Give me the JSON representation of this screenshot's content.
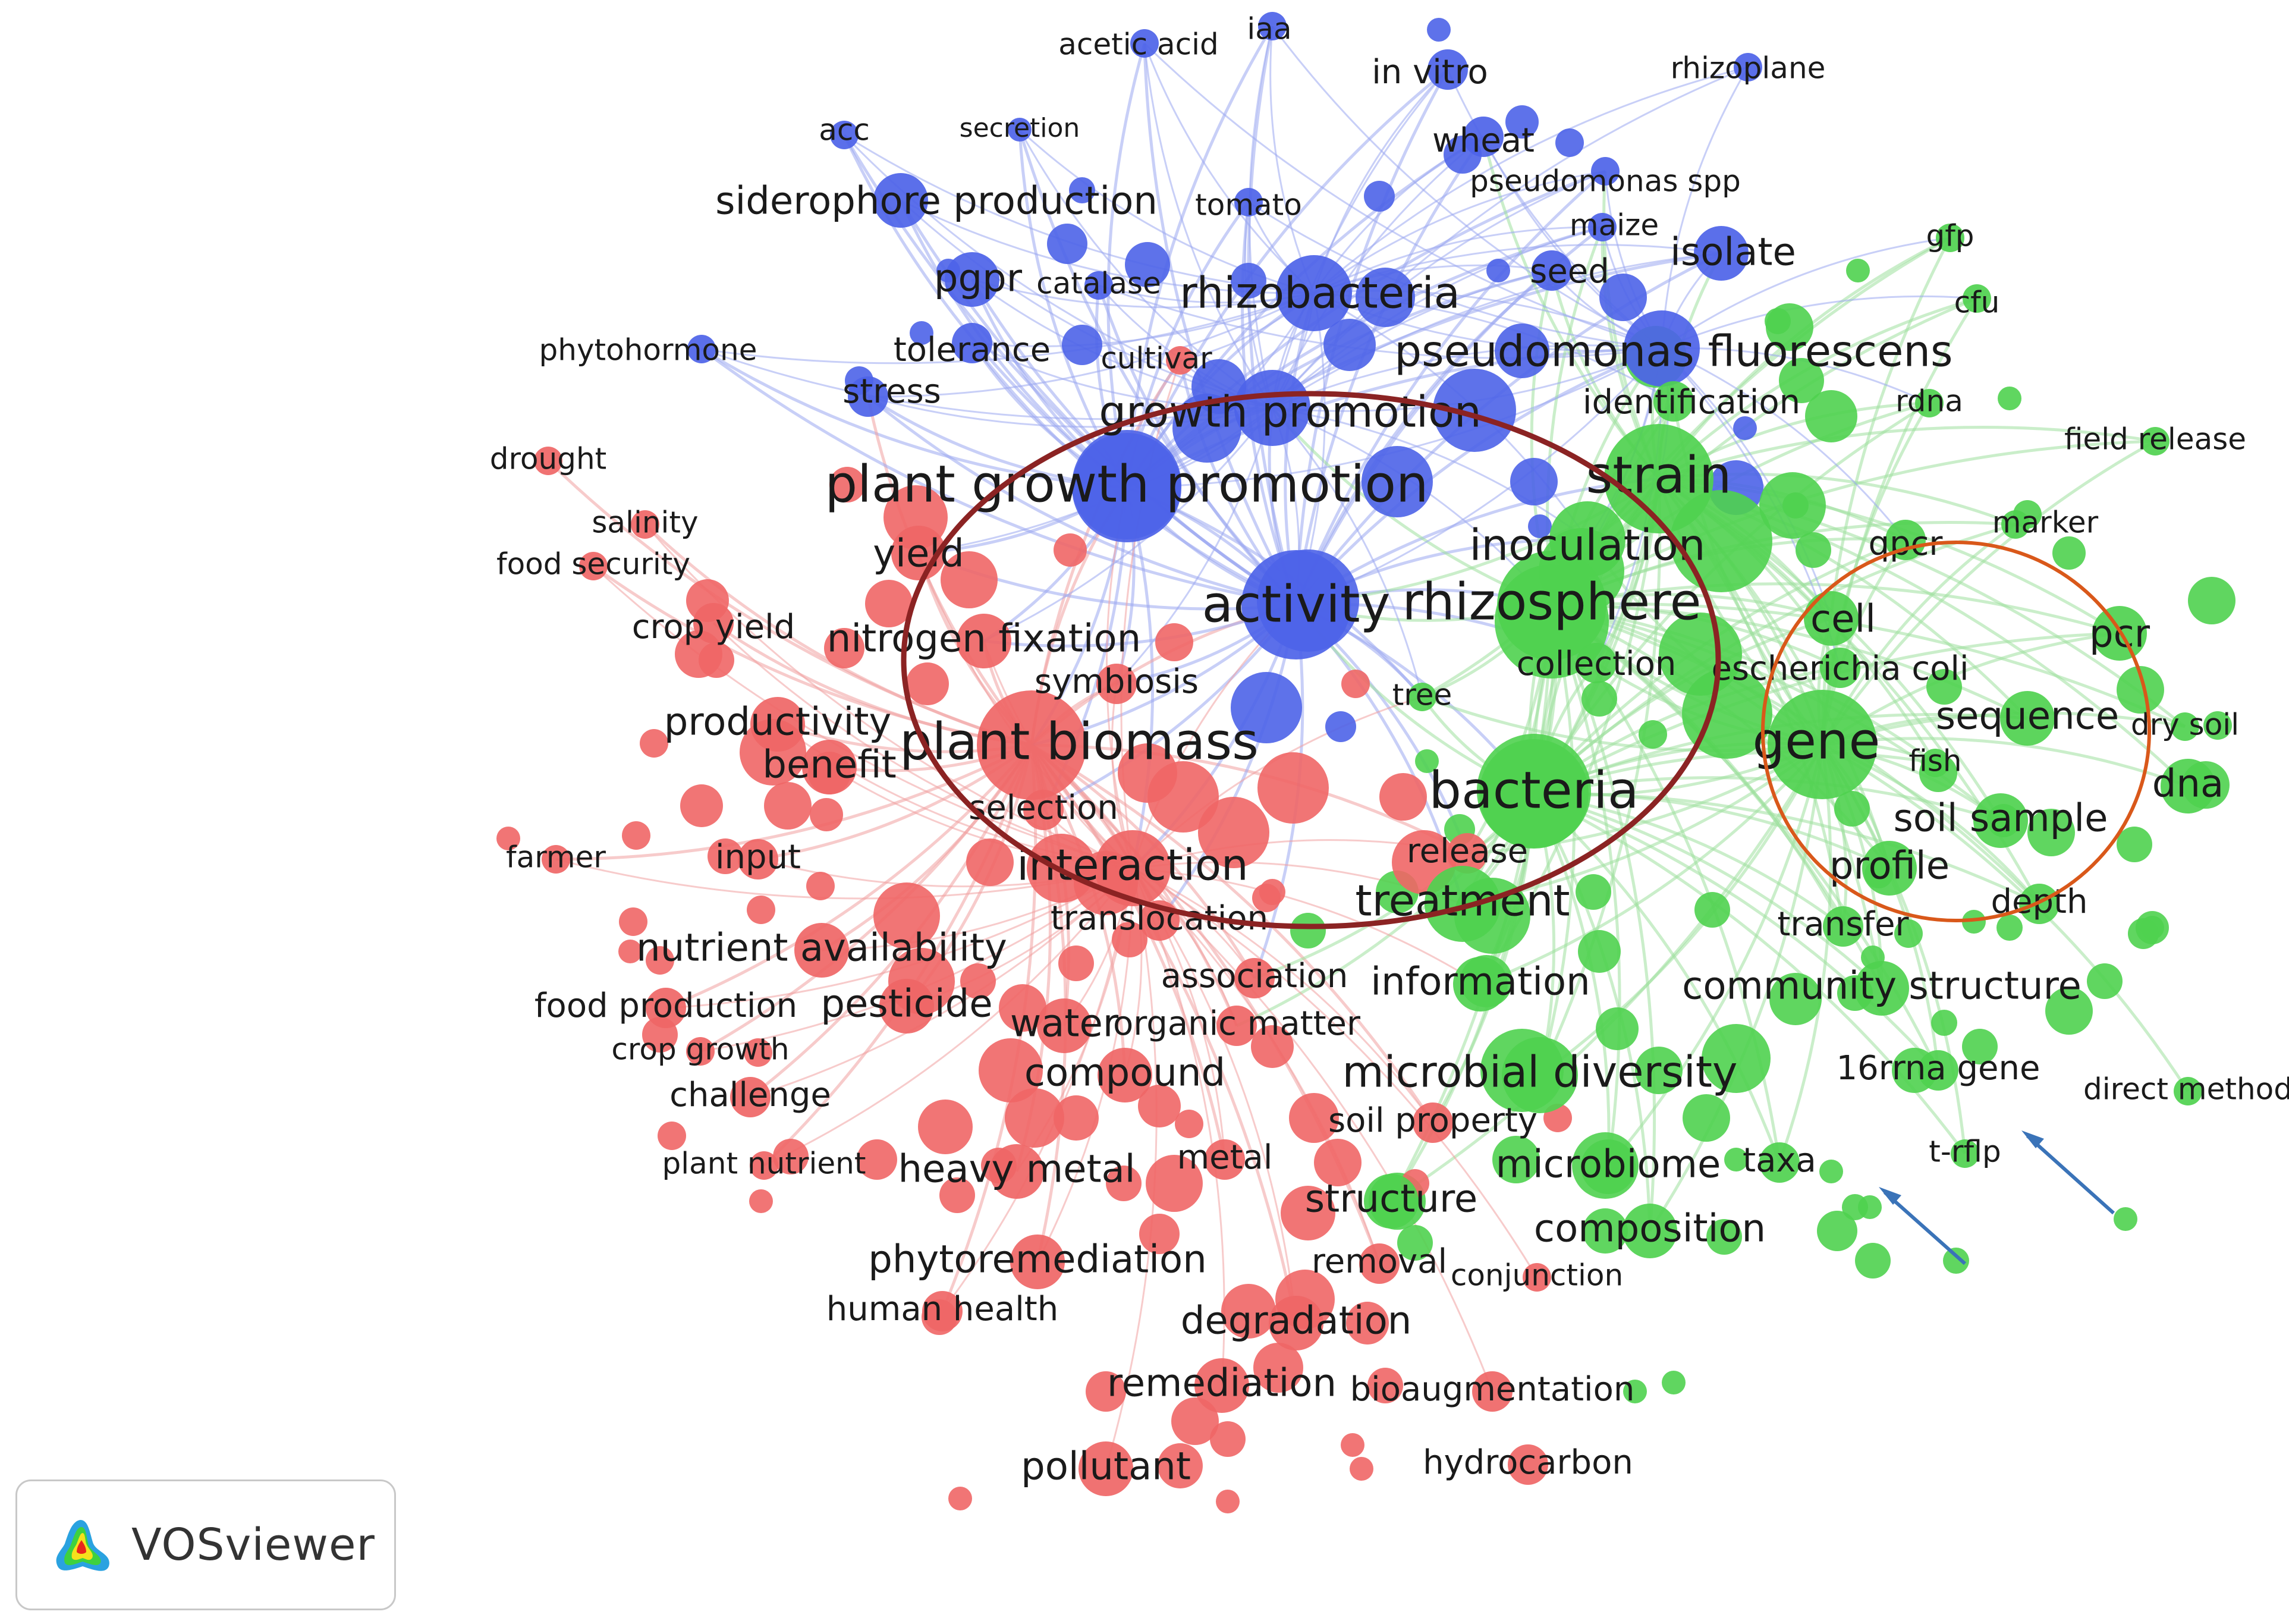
{
  "colors": {
    "red_cluster": "#ef6666",
    "green_cluster": "#4fd14f",
    "blue_cluster": "#4d63e8",
    "red_edge": "#f0a0a0",
    "green_edge": "#9ee09e",
    "blue_edge": "#9aa8f0",
    "ellipse_large": "#8b2323",
    "ellipse_small": "#d9581a",
    "arrow": "#3a73b8"
  },
  "logo": {
    "text": "VOSviewer",
    "icon": "vosviewer-density-icon"
  },
  "nodes": [
    {
      "label": "acetic acid",
      "cluster": "blue",
      "size": "s"
    },
    {
      "label": "iaa",
      "cluster": "blue",
      "size": "s"
    },
    {
      "label": "in vitro",
      "cluster": "blue",
      "size": "m"
    },
    {
      "label": "rhizoplane",
      "cluster": "blue",
      "size": "s"
    },
    {
      "label": "acc",
      "cluster": "blue",
      "size": "s"
    },
    {
      "label": "secretion",
      "cluster": "blue",
      "size": "xs"
    },
    {
      "label": "wheat",
      "cluster": "blue",
      "size": "m"
    },
    {
      "label": "pseudomonas spp",
      "cluster": "blue",
      "size": "s"
    },
    {
      "label": "siderophore production",
      "cluster": "blue",
      "size": "l"
    },
    {
      "label": "tomato",
      "cluster": "blue",
      "size": "s"
    },
    {
      "label": "maize",
      "cluster": "blue",
      "size": "s"
    },
    {
      "label": "gfp",
      "cluster": "green",
      "size": "s"
    },
    {
      "label": "isolate",
      "cluster": "blue",
      "size": "l"
    },
    {
      "label": "pgpr",
      "cluster": "blue",
      "size": "l"
    },
    {
      "label": "catalase",
      "cluster": "blue",
      "size": "s"
    },
    {
      "label": "rhizobacteria",
      "cluster": "blue",
      "size": "xl"
    },
    {
      "label": "seed",
      "cluster": "blue",
      "size": "m"
    },
    {
      "label": "cfu",
      "cluster": "green",
      "size": "s"
    },
    {
      "label": "phytohormone",
      "cluster": "blue",
      "size": "s"
    },
    {
      "label": "tolerance",
      "cluster": "blue",
      "size": "m"
    },
    {
      "label": "cultivar",
      "cluster": "red",
      "size": "s"
    },
    {
      "label": "pseudomonas fluorescens",
      "cluster": "blue",
      "size": "xl"
    },
    {
      "label": "stress",
      "cluster": "blue",
      "size": "m"
    },
    {
      "label": "identification",
      "cluster": "green",
      "size": "m"
    },
    {
      "label": "rdna",
      "cluster": "green",
      "size": "s"
    },
    {
      "label": "growth promotion",
      "cluster": "blue",
      "size": "xl"
    },
    {
      "label": "field release",
      "cluster": "green",
      "size": "s"
    },
    {
      "label": "drought",
      "cluster": "red",
      "size": "s"
    },
    {
      "label": "plant growth promotion",
      "cluster": "blue",
      "size": "xxl"
    },
    {
      "label": "strain",
      "cluster": "green",
      "size": "xxl"
    },
    {
      "label": "salinity",
      "cluster": "red",
      "size": "s"
    },
    {
      "label": "marker",
      "cluster": "green",
      "size": "s"
    },
    {
      "label": "yield",
      "cluster": "red",
      "size": "l"
    },
    {
      "label": "inoculation",
      "cluster": "green",
      "size": "xl"
    },
    {
      "label": "qpcr",
      "cluster": "green",
      "size": "m"
    },
    {
      "label": "food security",
      "cluster": "red",
      "size": "s"
    },
    {
      "label": "activity",
      "cluster": "blue",
      "size": "xxl"
    },
    {
      "label": "rhizosphere",
      "cluster": "green",
      "size": "xxl"
    },
    {
      "label": "crop yield",
      "cluster": "red",
      "size": "m"
    },
    {
      "label": "cell",
      "cluster": "green",
      "size": "l"
    },
    {
      "label": "pcr",
      "cluster": "green",
      "size": "l"
    },
    {
      "label": "nitrogen fixation",
      "cluster": "red",
      "size": "l"
    },
    {
      "label": "collection",
      "cluster": "green",
      "size": "m"
    },
    {
      "label": "escherichia coli",
      "cluster": "green",
      "size": "m"
    },
    {
      "label": "symbiosis",
      "cluster": "red",
      "size": "m"
    },
    {
      "label": "tree",
      "cluster": "green",
      "size": "s"
    },
    {
      "label": "productivity",
      "cluster": "red",
      "size": "l"
    },
    {
      "label": "sequence",
      "cluster": "green",
      "size": "l"
    },
    {
      "label": "dry soil",
      "cluster": "green",
      "size": "s"
    },
    {
      "label": "plant biomass",
      "cluster": "red",
      "size": "xxl"
    },
    {
      "label": "gene",
      "cluster": "green",
      "size": "xxl"
    },
    {
      "label": "benefit",
      "cluster": "red",
      "size": "l"
    },
    {
      "label": "fish",
      "cluster": "green",
      "size": "s"
    },
    {
      "label": "bacteria",
      "cluster": "green",
      "size": "xxl"
    },
    {
      "label": "dna",
      "cluster": "green",
      "size": "l"
    },
    {
      "label": "selection",
      "cluster": "red",
      "size": "m"
    },
    {
      "label": "soil sample",
      "cluster": "green",
      "size": "l"
    },
    {
      "label": "farmer",
      "cluster": "red",
      "size": "s"
    },
    {
      "label": "input",
      "cluster": "red",
      "size": "m"
    },
    {
      "label": "release",
      "cluster": "red",
      "size": "m"
    },
    {
      "label": "interaction",
      "cluster": "red",
      "size": "xl"
    },
    {
      "label": "profile",
      "cluster": "green",
      "size": "l"
    },
    {
      "label": "treatment",
      "cluster": "green",
      "size": "xl"
    },
    {
      "label": "depth",
      "cluster": "green",
      "size": "m"
    },
    {
      "label": "translocation",
      "cluster": "red",
      "size": "m"
    },
    {
      "label": "transfer",
      "cluster": "green",
      "size": "m"
    },
    {
      "label": "nutrient availability",
      "cluster": "red",
      "size": "l"
    },
    {
      "label": "association",
      "cluster": "red",
      "size": "m"
    },
    {
      "label": "information",
      "cluster": "green",
      "size": "l"
    },
    {
      "label": "community structure",
      "cluster": "green",
      "size": "l"
    },
    {
      "label": "food production",
      "cluster": "red",
      "size": "m"
    },
    {
      "label": "pesticide",
      "cluster": "red",
      "size": "l"
    },
    {
      "label": "water",
      "cluster": "red",
      "size": "l"
    },
    {
      "label": "organic matter",
      "cluster": "red",
      "size": "m"
    },
    {
      "label": "crop growth",
      "cluster": "red",
      "size": "s"
    },
    {
      "label": "compound",
      "cluster": "red",
      "size": "l"
    },
    {
      "label": "microbial diversity",
      "cluster": "green",
      "size": "xl"
    },
    {
      "label": "16rrna gene",
      "cluster": "green",
      "size": "m"
    },
    {
      "label": "direct method",
      "cluster": "green",
      "size": "s"
    },
    {
      "label": "challenge",
      "cluster": "red",
      "size": "m"
    },
    {
      "label": "soil property",
      "cluster": "red",
      "size": "m"
    },
    {
      "label": "t-rflp",
      "cluster": "green",
      "size": "s"
    },
    {
      "label": "plant nutrient",
      "cluster": "red",
      "size": "s"
    },
    {
      "label": "heavy metal",
      "cluster": "red",
      "size": "l"
    },
    {
      "label": "metal",
      "cluster": "red",
      "size": "m"
    },
    {
      "label": "microbiome",
      "cluster": "green",
      "size": "l"
    },
    {
      "label": "taxa",
      "cluster": "green",
      "size": "m"
    },
    {
      "label": "structure",
      "cluster": "green",
      "size": "l"
    },
    {
      "label": "composition",
      "cluster": "green",
      "size": "l"
    },
    {
      "label": "phytoremediation",
      "cluster": "red",
      "size": "l"
    },
    {
      "label": "removal",
      "cluster": "red",
      "size": "m"
    },
    {
      "label": "conjunction",
      "cluster": "red",
      "size": "s"
    },
    {
      "label": "human health",
      "cluster": "red",
      "size": "m"
    },
    {
      "label": "degradation",
      "cluster": "red",
      "size": "l"
    },
    {
      "label": "remediation",
      "cluster": "red",
      "size": "l"
    },
    {
      "label": "bioaugmentation",
      "cluster": "red",
      "size": "m"
    },
    {
      "label": "pollutant",
      "cluster": "red",
      "size": "l"
    },
    {
      "label": "hydrocarbon",
      "cluster": "red",
      "size": "m"
    }
  ]
}
